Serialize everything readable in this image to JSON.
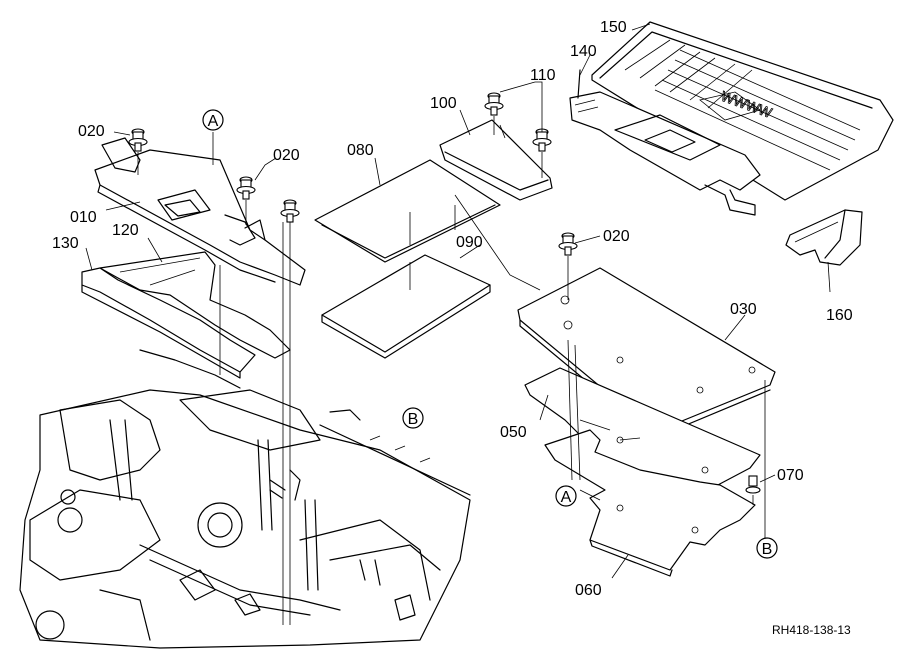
{
  "callouts": {
    "p150": "150",
    "p140": "140",
    "p110": "110",
    "p100": "100",
    "p080": "080",
    "p090": "090",
    "p020a": "020",
    "p020b": "020",
    "p020c": "020",
    "p010": "010",
    "p120": "120",
    "p130": "130",
    "p030": "030",
    "p160": "160",
    "p050": "050",
    "p070": "070",
    "p060": "060"
  },
  "reference_marks": {
    "a_top": "A",
    "b_mid": "B",
    "a_bottom": "A",
    "b_bottom": "B"
  },
  "drawing_number": "RH418-138-13"
}
